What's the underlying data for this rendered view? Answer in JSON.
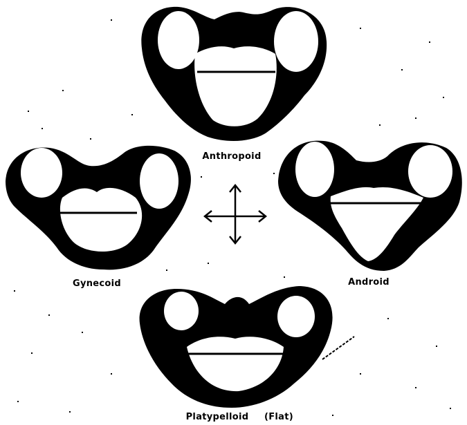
{
  "pelvis_types": {
    "anthropoid": {
      "label": "Anthropoid"
    },
    "gynecoid": {
      "label": "Gynecoid"
    },
    "android": {
      "label": "Android"
    },
    "platypelloid": {
      "label": "Platypelloid",
      "note": "(Flat)"
    }
  },
  "colors": {
    "ink": "#000000",
    "background": "#ffffff"
  }
}
